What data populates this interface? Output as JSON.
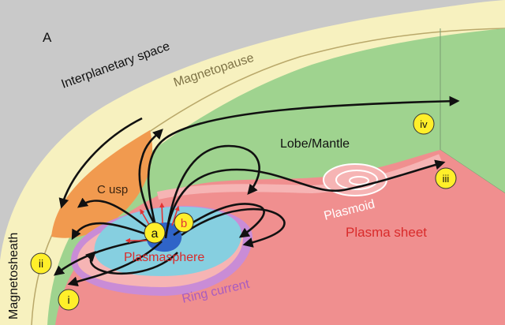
{
  "panel_label": "A",
  "regions": {
    "interplanetary": "Interplanetary space",
    "magnetopause": "Magnetopause",
    "magnetosheath": "Magnetosheath",
    "lobe": "Lobe/Mantle",
    "cusp": "C usp",
    "plasmoid": "Plasmoid",
    "plasma_sheet": "Plasma sheet",
    "plasmasphere": "Plasmasphere",
    "ring_current": "Ring current"
  },
  "markers": {
    "a": "a",
    "b": "b",
    "i": "i",
    "ii": "ii",
    "iii": "iii",
    "iv": "iv"
  },
  "colors": {
    "space": "#c9c9c9",
    "magnetosheath": "#f7f1bf",
    "lobe": "#9fd38f",
    "cusp": "#f19a4f",
    "plasma_sheet": "#f08f8f",
    "ring_current": "#c98cd6",
    "plasmasphere": "#86cfe0",
    "earth": "#2f64c8",
    "marker_fill": "#ffef2a"
  }
}
